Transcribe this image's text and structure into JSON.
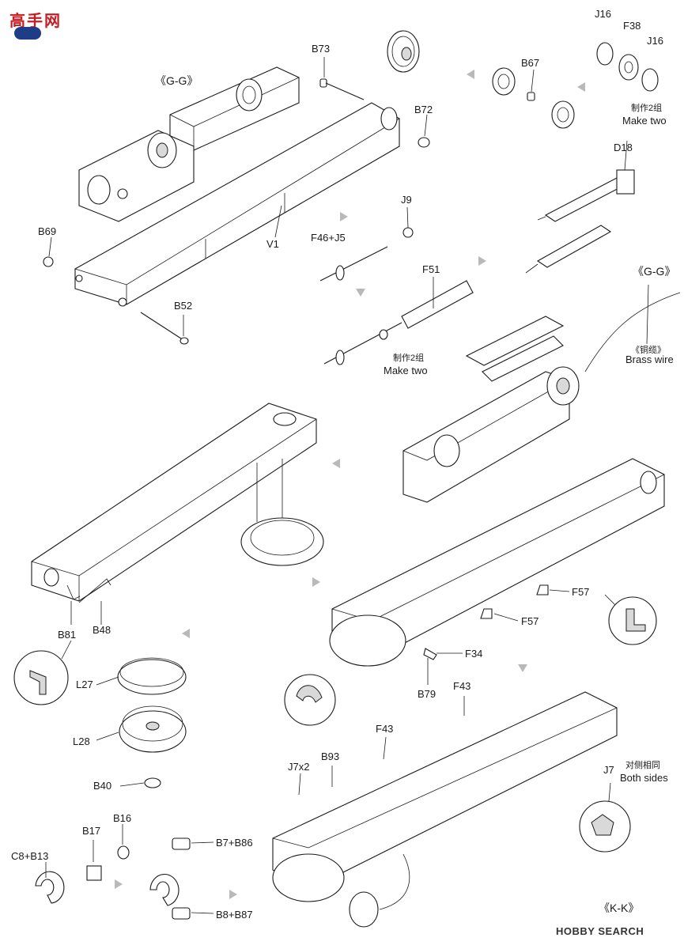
{
  "watermark": {
    "logo_text": "高手网",
    "brand": "HOBBY SEARCH"
  },
  "callouts": [
    {
      "id": "gg-top",
      "text": "《G-G》"
    },
    {
      "id": "b73",
      "text": "B73"
    },
    {
      "id": "b72",
      "text": "B72"
    },
    {
      "id": "b67",
      "text": "B67"
    },
    {
      "id": "j16a",
      "text": "J16"
    },
    {
      "id": "f38",
      "text": "F38"
    },
    {
      "id": "j16b",
      "text": "J16"
    },
    {
      "id": "make2-top-cn",
      "text": "制作2组"
    },
    {
      "id": "make2-top-en",
      "text": "Make two"
    },
    {
      "id": "d18",
      "text": "D18"
    },
    {
      "id": "b69",
      "text": "B69"
    },
    {
      "id": "j9",
      "text": "J9"
    },
    {
      "id": "f46j5",
      "text": "F46+J5"
    },
    {
      "id": "v1",
      "text": "V1"
    },
    {
      "id": "f51",
      "text": "F51"
    },
    {
      "id": "gg-right",
      "text": "《G-G》"
    },
    {
      "id": "b52",
      "text": "B52"
    },
    {
      "id": "make2-mid-cn",
      "text": "制作2组"
    },
    {
      "id": "make2-mid-en",
      "text": "Make two"
    },
    {
      "id": "brass-cn",
      "text": "《铜缆》"
    },
    {
      "id": "brass-en",
      "text": "Brass wire"
    },
    {
      "id": "b81",
      "text": "B81"
    },
    {
      "id": "b48",
      "text": "B48"
    },
    {
      "id": "f57a",
      "text": "F57"
    },
    {
      "id": "f57b",
      "text": "F57"
    },
    {
      "id": "f34",
      "text": "F34"
    },
    {
      "id": "b79",
      "text": "B79"
    },
    {
      "id": "l27",
      "text": "L27"
    },
    {
      "id": "l28",
      "text": "L28"
    },
    {
      "id": "b40",
      "text": "B40"
    },
    {
      "id": "f43a",
      "text": "F43"
    },
    {
      "id": "f43b",
      "text": "F43"
    },
    {
      "id": "b93",
      "text": "B93"
    },
    {
      "id": "j7x2",
      "text": "J7x2"
    },
    {
      "id": "j7",
      "text": "J7"
    },
    {
      "id": "both-cn",
      "text": "对侧相同"
    },
    {
      "id": "both-en",
      "text": "Both sides"
    },
    {
      "id": "b17",
      "text": "B17"
    },
    {
      "id": "b16",
      "text": "B16"
    },
    {
      "id": "c8b13",
      "text": "C8+B13"
    },
    {
      "id": "b7b86",
      "text": "B7+B86"
    },
    {
      "id": "b8b87",
      "text": "B8+B87"
    },
    {
      "id": "kk",
      "text": "《K-K》"
    }
  ]
}
